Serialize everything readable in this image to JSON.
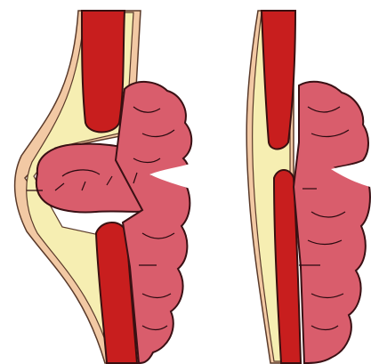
{
  "figure": {
    "panels": [
      {
        "id": "left",
        "state": "hernia-with-protrusion"
      },
      {
        "id": "right",
        "state": "muscle-wall-separation"
      }
    ]
  },
  "colors": {
    "background": "#ffffff",
    "muscle_fill": "#c81e1e",
    "muscle_stroke": "#3a1010",
    "fascia_fill": "#f6eeb2",
    "skin_fill": "#f2c9a4",
    "skin_stroke": "#5a3a2a",
    "bowel_fill": "#d95d6c",
    "bowel_stroke": "#3a1014",
    "bowel_line": "#2a0a10"
  }
}
